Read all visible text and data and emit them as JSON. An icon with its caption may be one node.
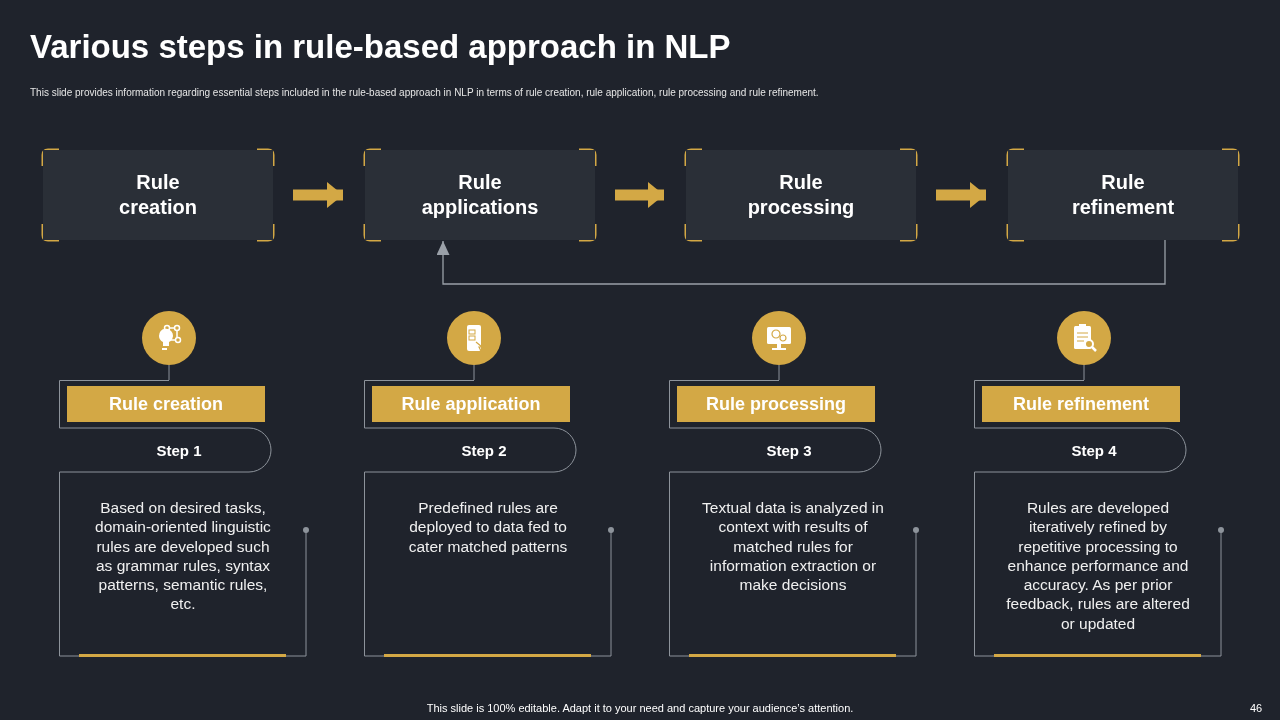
{
  "diagram": {
    "title": "Various steps in rule-based approach in NLP",
    "nodes": [
      {
        "text": [
          "Rule creation"
        ]
      },
      {
        "text": [
          "Rule applications"
        ]
      },
      {
        "text": [
          "Rule processing"
        ]
      },
      {
        "text": [
          "Rule refinement"
        ]
      },
      {
        "text": [
          "Rule creation",
          "Step 1",
          "Based on desired tasks, domain-oriented linguistic rules are developed such as grammar rules, syntax patterns, semantic rules, etc."
        ]
      },
      {
        "text": [
          "Rule application",
          "Step 2",
          "Predefined rules are deployed to data fed to cater matched patterns"
        ]
      },
      {
        "text": [
          "Rule processing",
          "Step 3",
          "Textual data is analyzed in context with results of matched rules for information extraction or make decisions"
        ]
      },
      {
        "text": [
          "Rule refinement",
          "Step 4",
          "Rules are developed iteratively refined by repetitive processing to enhance performance and accuracy. As per prior feedback, rules are altered or updated"
        ]
      }
    ],
    "edges": [
      {
        "from": 0,
        "to": 1,
        "arrow": "to"
      },
      {
        "from": 1,
        "to": 2,
        "arrow": "to"
      },
      {
        "from": 2,
        "to": 3,
        "arrow": "to"
      },
      {
        "from": 3,
        "to": 1,
        "arrow": "to",
        "color": "#9aa0a8"
      }
    ],
    "labels": [
      "This slide provides information regarding essential steps included in the rule-based approach in NLP in terms of rule creation, rule application, rule processing and rule refinement.",
      "This slide is 100% editable. Adapt it to your need and capture your audience’s attention.",
      "46"
    ]
  }
}
